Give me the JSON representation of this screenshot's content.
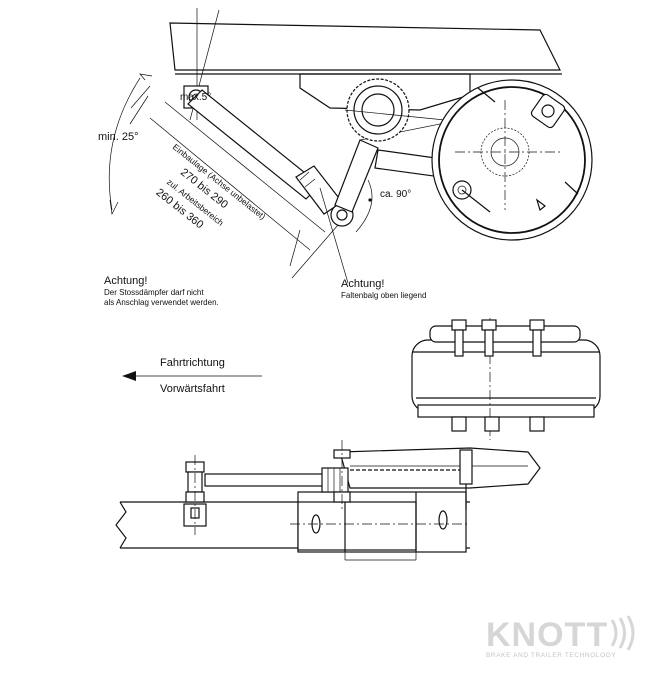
{
  "angles": {
    "top_offset": "max.5°",
    "min_angle": "min. 25°",
    "arm_angle": "ca. 90°"
  },
  "dimensions": {
    "install_length_label": "Einbaulage (Achse unbelastet)",
    "install_length_value": "270 bis 290",
    "working_range_label": "zul. Arbeitsbereich",
    "working_range_value": "260 bis 360"
  },
  "warnings": {
    "left_title": "Achtung!",
    "left_line1": "Der Stossdämpfer darf nicht",
    "left_line2": "als Anschlag verwendet werden.",
    "right_title": "Achtung!",
    "right_line1": "Faltenbalg oben liegend"
  },
  "direction": {
    "label_top": "Fahrtrichtung",
    "label_bottom": "Vorwärtsfahrt"
  },
  "logo": {
    "brand": "KNOTT",
    "tagline": "BRAKE AND TRAILER TECHNOLOGY"
  }
}
